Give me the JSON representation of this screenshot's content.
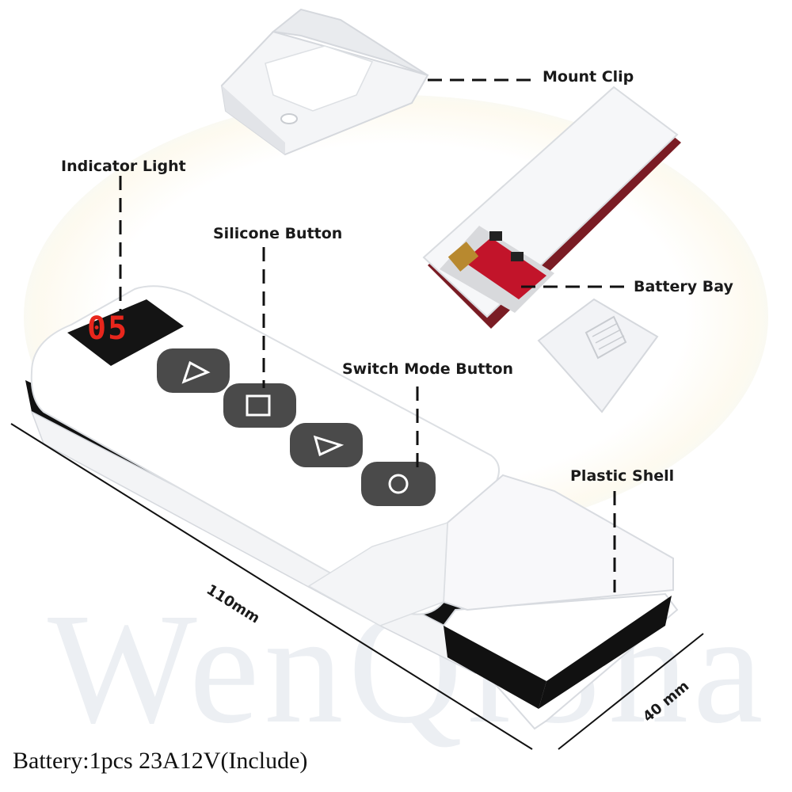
{
  "watermark": "WenQiSha",
  "display_value": "05",
  "labels": {
    "mount_clip": "Mount Clip",
    "indicator_light": "Indicator Light",
    "silicone_button": "Silicone Button",
    "battery_bay": "Battery Bay",
    "switch_mode_button": "Switch Mode Button",
    "plastic_shell": "Plastic Shell"
  },
  "dimensions": {
    "length": "110mm",
    "width": "40 mm"
  },
  "footer": "Battery:1pcs 23A12V(Include)",
  "buttons": [
    "up-arrow-icon",
    "stop-square-icon",
    "down-arrow-icon",
    "switch-cycle-icon"
  ],
  "colors": {
    "body": "#ffffff",
    "button": "#4a4a4a",
    "lcd_digits": "#e8261c",
    "battery_bay": "#c2142a"
  }
}
